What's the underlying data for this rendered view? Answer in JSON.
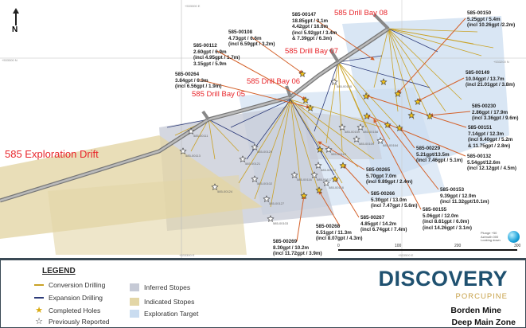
{
  "map": {
    "north_label": "N",
    "grid_labels": [
      "+533300 E",
      "+533300 N",
      "+533200 N",
      "+533300 E",
      "+533500 E"
    ],
    "drift_label": "585 Exploration Drift",
    "drill_bays": [
      "585 Drill Bay 05",
      "585 Drill Bay 06",
      "585 Drill Bay 07",
      "585 Drill Bay 08"
    ],
    "callouts": [
      {
        "hole": "585-00147",
        "lines": [
          "18.85gpt / 3.1m",
          "4.42gpt / 16.6m",
          "(incl 5.92gpt / 3.4m",
          "& 7.39gpt / 6.3m)"
        ]
      },
      {
        "hole": "585-00108",
        "lines": [
          "4.73gpt / 6.6m",
          "(incl 6.59gpt / 3.2m)"
        ]
      },
      {
        "hole": "585-00112",
        "lines": [
          "2.60gpt / 6.9m",
          "(incl 4.95gpt / 1.7m)",
          "3.15gpt / 5.9m"
        ]
      },
      {
        "hole": "585-00264",
        "lines": [
          "3.84gpt / 6.3m",
          "(incl 6.56gpt / 1.9m)"
        ]
      },
      {
        "hole": "585-00150",
        "lines": [
          "5.25gpt / 5.4m",
          "(incl 10.26gpt /2.2m)"
        ]
      },
      {
        "hole": "585-00149",
        "lines": [
          "10.04gpt / 13.7m",
          "(incl 21.01gpt / 3.8m)"
        ]
      },
      {
        "hole": "585-00230",
        "lines": [
          "2.86gpt / 17.9m",
          "(incl 3.36gpt / 9.6m)"
        ]
      },
      {
        "hole": "585-00151",
        "lines": [
          "7.14gpt / 12.3m",
          "(incl 9.40gpt / 5.2m",
          "& 11.75gpt / 2.8m)"
        ]
      },
      {
        "hole": "585-00229",
        "lines": [
          "5.21gpt/13.5m",
          "(incl 7.46gpt / 5.1m)"
        ]
      },
      {
        "hole": "585-00132",
        "lines": [
          "5.54gpt/12.6m",
          "(incl 12.12gpt / 4.5m)"
        ]
      },
      {
        "hole": "585-00265",
        "lines": [
          "5.70gpt  7.0m",
          "(incl 9.89gpt / 2.4m)"
        ]
      },
      {
        "hole": "585-00153",
        "lines": [
          "9.39gpt / 12.9m",
          "(incl 11.32gpt/10.1m)"
        ]
      },
      {
        "hole": "585-00266",
        "lines": [
          "5.30gpt / 13.0m",
          "(incl 7.47gpt / 5.6m)"
        ]
      },
      {
        "hole": "585-00155",
        "lines": [
          "5.06gpt / 12.0m",
          "(incl 8.61gpt / 6.0m)",
          "(incl 14.26gpt / 3.1m)"
        ]
      },
      {
        "hole": "585-00267",
        "lines": [
          "4.85gpt / 14.2m",
          "(incl 6.74gpt / 7.4m)"
        ]
      },
      {
        "hole": "585-00268",
        "lines": [
          "6.51gpt / 11.3m",
          "(incl 8.07gpt / 4.3m)"
        ]
      },
      {
        "hole": "585-00269",
        "lines": [
          "8.30gpt / 10.2m",
          "(incl 11.72gpt / 3.9m)"
        ]
      }
    ],
    "previous_holes": [
      "585-00160",
      "585-00159",
      "585-00158",
      "585-00109",
      "585-00164",
      "585-00115",
      "585-00114",
      "585-00117",
      "585-00118",
      "585-00116",
      "585-00129",
      "585-00121",
      "585-00102",
      "585-00127",
      "585-00124",
      "585-00103",
      "585-00111",
      "585-00113"
    ],
    "orientation": [
      "Plunge +50",
      "Azimuth 000",
      "Looking down"
    ],
    "scale_ticks": [
      "0",
      "100",
      "200",
      "300"
    ]
  },
  "legend": {
    "title": "LEGEND",
    "lines": [
      {
        "label": "Conversion Drilling",
        "color": "#c9a227"
      },
      {
        "label": "Expansion Drilling",
        "color": "#2c3a78"
      }
    ],
    "stars": [
      {
        "label": "Completed Holes",
        "color": "#f2c21b"
      },
      {
        "label": "Previously Reported",
        "color": "#ffffff"
      }
    ],
    "areas": [
      {
        "label": "Inferred  Stopes",
        "color": "#c6cad6"
      },
      {
        "label": "Indicated Stopes",
        "color": "#e3d6a6"
      },
      {
        "label": "Exploration Target",
        "color": "#c9dcf0"
      }
    ]
  },
  "branding": {
    "logo_main": "DISCOVERY",
    "logo_sub": "PORCUPINE",
    "mine": "Borden Mine",
    "zone": "Deep Main Zone"
  }
}
